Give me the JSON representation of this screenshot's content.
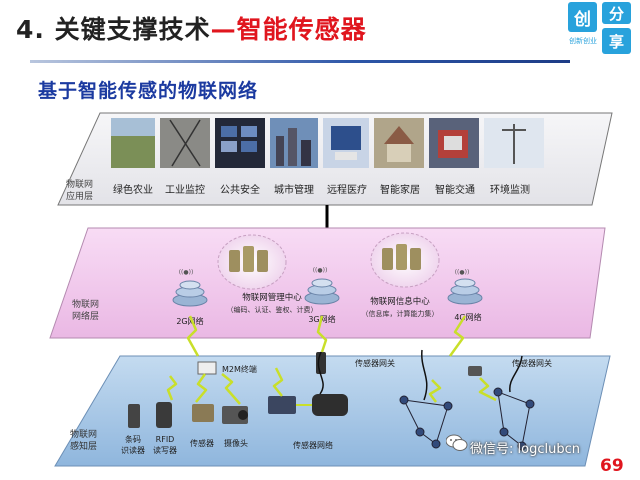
{
  "header": {
    "prefix": "4. 关键支撑技术",
    "accent": "—智能传感器"
  },
  "logo": {
    "char1": "创",
    "char2": "分",
    "char3": "享",
    "small": "创新创业"
  },
  "subtitle": "基于智能传感的物联网络",
  "layers": {
    "app_label_1": "物联网",
    "app_label_2": "应用层",
    "net_label_1": "物联网",
    "net_label_2": "网络层",
    "sense_label_1": "物联网",
    "sense_label_2": "感知层"
  },
  "applications": [
    "绿色农业",
    "工业监控",
    "公共安全",
    "城市管理",
    "远程医疗",
    "智能家居",
    "智能交通",
    "环境监测"
  ],
  "network": {
    "mgmt_center": "物联网管理中心",
    "mgmt_detail": "（编码、认证、鉴权、计费）",
    "info_center": "物联网信息中心",
    "info_detail": "（信息库，计算能力集）",
    "net_2g": "2G网络",
    "net_3g": "3G网络",
    "net_4g": "4G网络",
    "wifi_tag": "((●))"
  },
  "perception": {
    "m2m": "M2M终端",
    "gateway_1": "传感器网关",
    "gateway_2": "传感器网关",
    "sensor_network": "传感器网络",
    "barcode_1": "条码",
    "barcode_2": "识读器",
    "rfid_1": "RFID",
    "rfid_2": "读写器",
    "sensor": "传感器",
    "camera": "摄像头"
  },
  "colors": {
    "accent_red": "#e0161e",
    "app_layer": "#ededf0",
    "net_layer": "#f3c9ef",
    "sense_layer": "#a9c8e8"
  },
  "watermark": "微信号: logclubcn",
  "page_number": "69"
}
